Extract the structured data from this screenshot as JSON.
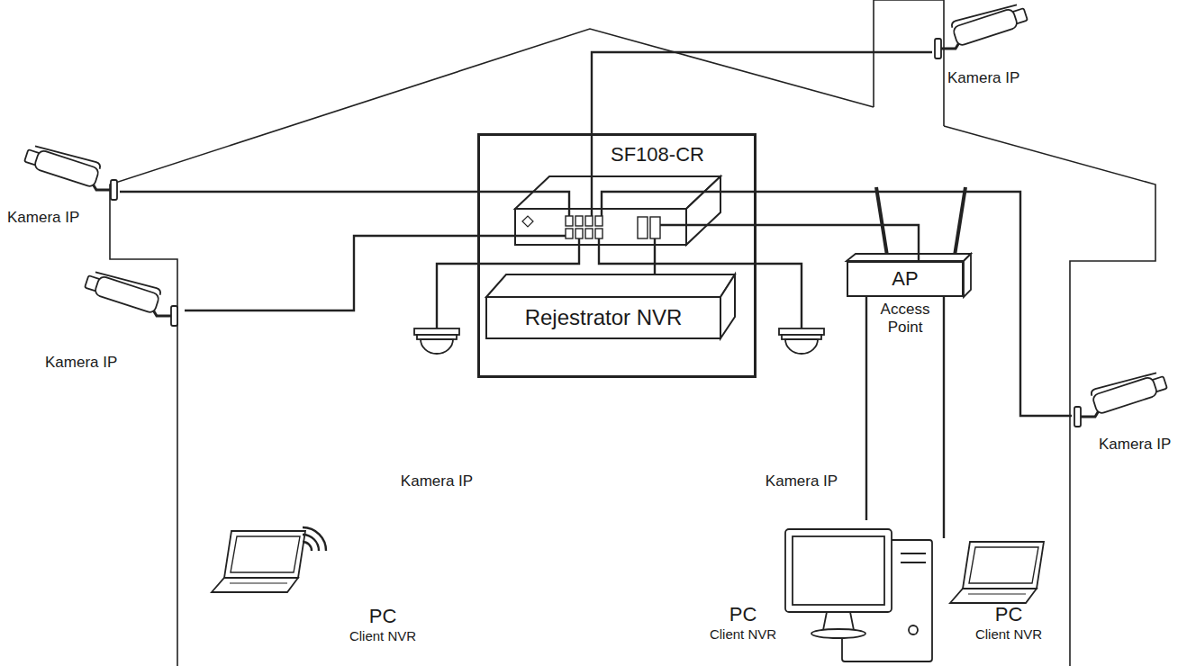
{
  "diagram": {
    "nodes": [
      {
        "text": [
          "SF108-CR"
        ]
      },
      {
        "text": [
          "Rejestrator NVR"
        ],
        "in": 0
      },
      {
        "text": [
          "Kamera IP"
        ]
      },
      {
        "text": [
          "Kamera IP"
        ]
      },
      {
        "text": [
          "Kamera IP"
        ]
      },
      {
        "text": [
          "AP",
          "Access Point"
        ]
      },
      {
        "text": [
          "Kamera IP"
        ]
      },
      {
        "text": [
          "Kamera IP"
        ]
      },
      {
        "text": [
          "Kamera IP"
        ]
      },
      {
        "text": [
          "PC",
          "Client NVR"
        ]
      },
      {
        "text": [
          "PC",
          "Client NVR"
        ]
      },
      {
        "text": [
          "PC",
          "Client NVR"
        ]
      }
    ],
    "edges": [
      {
        "from": 2,
        "to": 0,
        "arrow": "none"
      },
      {
        "from": 3,
        "to": 0,
        "arrow": "none"
      },
      {
        "from": 4,
        "to": 0,
        "arrow": "none"
      },
      {
        "from": 7,
        "to": 0,
        "arrow": "none"
      },
      {
        "from": 5,
        "to": 0,
        "arrow": "none"
      },
      {
        "from": 6,
        "to": 0,
        "arrow": "none"
      },
      {
        "from": 8,
        "to": 0,
        "arrow": "none"
      },
      {
        "from": 5,
        "to": 11,
        "arrow": "none"
      },
      {
        "from": 5,
        "to": 9,
        "arrow": "none"
      }
    ]
  }
}
